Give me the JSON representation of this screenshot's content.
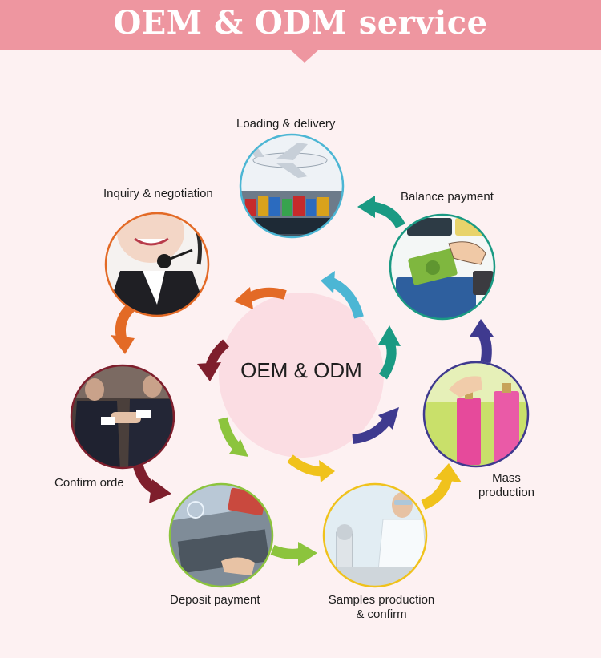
{
  "title": "OEM & ODM service",
  "center_label": "OEM & ODM",
  "steps": {
    "loading": "Loading & delivery",
    "balance": "Balance payment",
    "inquiry": "Inquiry & negotiation",
    "confirm": "Confirm orde",
    "mass_line1": "Mass",
    "mass_line2": "production",
    "deposit": "Deposit payment",
    "samples_line1": "Samples production",
    "samples_line2": "& confirm"
  },
  "colors": {
    "header": "#ee96a0",
    "background": "#fdf1f2",
    "center": "#fbdde3",
    "ring_loading": "#4cb6d4",
    "ring_balance": "#1a9a83",
    "ring_inquiry": "#e36a26",
    "ring_confirm": "#7e1e2c",
    "ring_mass": "#3f3a8f",
    "ring_deposit": "#8cc43d",
    "ring_samples": "#f0c21c"
  }
}
